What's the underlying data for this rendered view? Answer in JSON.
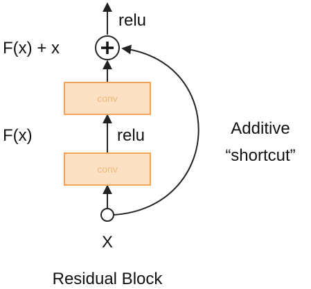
{
  "diagram": {
    "top_activation": "relu",
    "sum_label": "F(x) + x",
    "residual_label": "F(x)",
    "mid_activation": "relu",
    "layers": [
      "conv",
      "conv"
    ],
    "input_label": "X",
    "shortcut_line1": "Additive",
    "shortcut_line2": "“shortcut”",
    "caption": "Residual Block"
  },
  "colors": {
    "layer_fill": "#fde1c4",
    "layer_stroke": "#f0a45a",
    "layer_text": "#f0b87a",
    "line": "#222222"
  }
}
